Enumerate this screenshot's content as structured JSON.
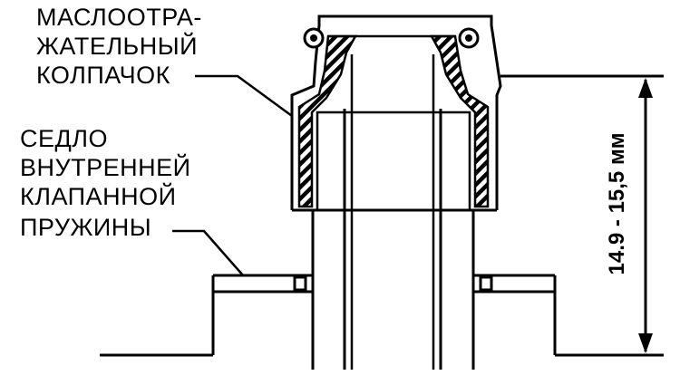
{
  "labels": {
    "seal": {
      "line1": "МАСЛООТРА-",
      "line2": "ЖАТЕЛЬНЫЙ",
      "line3": "КОЛПАЧОК"
    },
    "seat": {
      "line1": "СЕДЛО",
      "line2": "ВНУТРЕННЕЙ",
      "line3": "КЛАПАННОЙ",
      "line4": "ПРУЖИНЫ"
    }
  },
  "dimension": {
    "text": "14.9 - 15,5 мм"
  }
}
